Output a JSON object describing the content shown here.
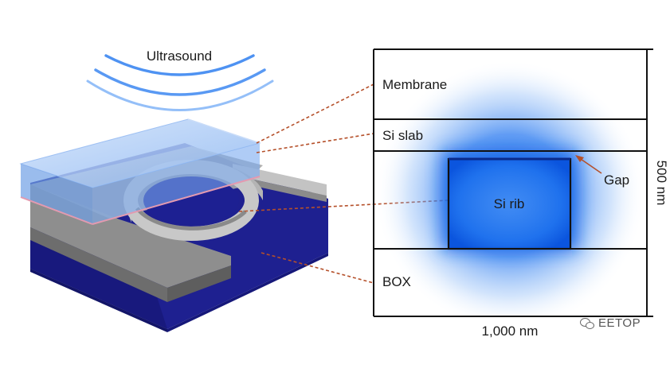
{
  "illustration": {
    "ultrasound_label": "Ultrasound"
  },
  "cross_section": {
    "layers": {
      "membrane": "Membrane",
      "si_slab": "Si slab",
      "si_rib": "Si rib",
      "box": "BOX"
    },
    "gap_label": "Gap",
    "width_label": "1,000 nm",
    "height_label": "500 nm"
  },
  "watermark": "EETOP",
  "colors": {
    "field_blue": "#1565e6",
    "substrate_navy": "#1d1f8a",
    "membrane_glass": "#8fb8f0",
    "silicon_grey": "#9a9a9a",
    "leader_line": "#b5502a"
  }
}
